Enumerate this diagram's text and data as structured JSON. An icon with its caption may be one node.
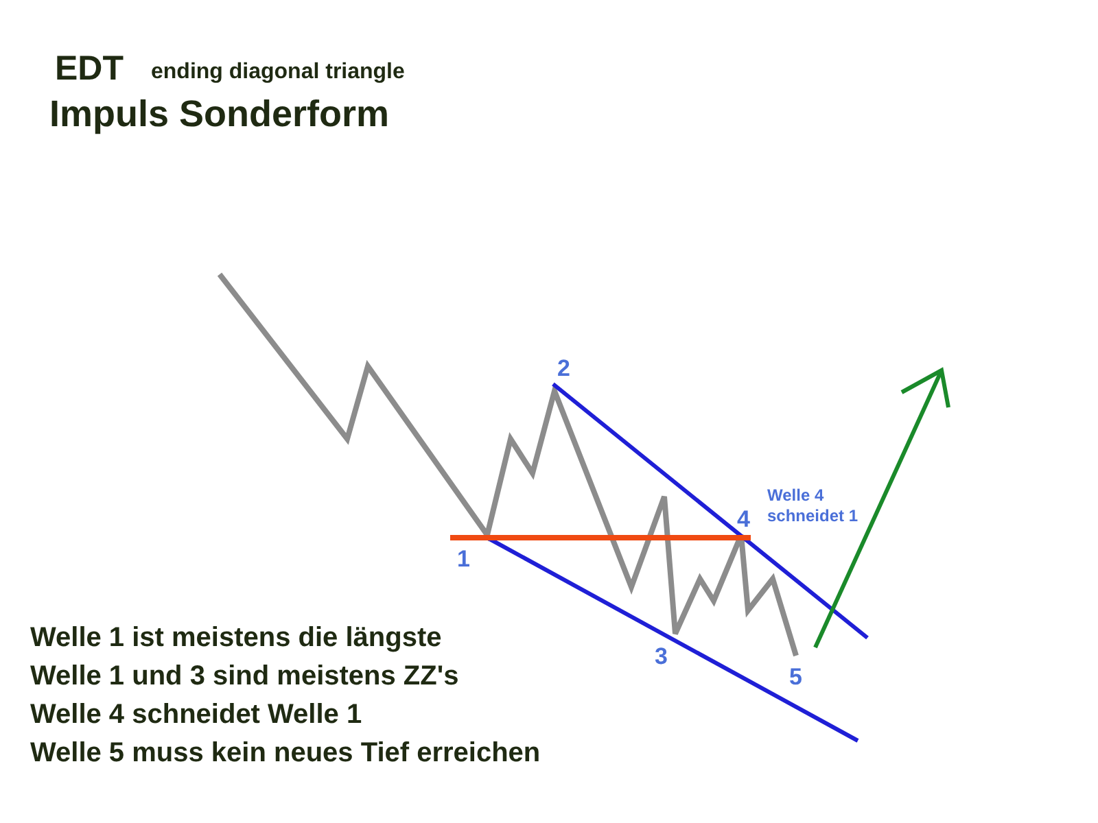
{
  "diagram": {
    "title": "EDT",
    "labels": [
      "ending diagonal triangle",
      "Impuls Sonderform",
      "2",
      "Welle 4 schneidet 1",
      "4",
      "1",
      "3",
      "5",
      "Welle 1 ist meistens die längste",
      "Welle 1 und 3 sind meistens ZZ's",
      "Welle 4 schneidet Welle 1",
      "Welle 5 muss kein neues Tief erreichen"
    ]
  }
}
